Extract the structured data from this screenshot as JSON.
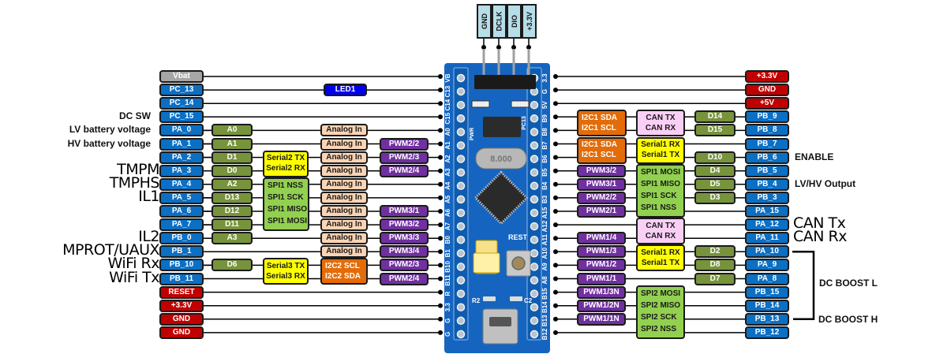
{
  "title": "STM32 Blue Pill pinout with project assignments",
  "colors": {
    "pin_port": "#0b6fc4",
    "pin_power": "#c00000",
    "pin_vbat": "#a6a6a6",
    "arduino": "#77933c",
    "analog": "#fbd4b4",
    "pwm": "#7030a0",
    "serial": "#ffff00",
    "spi": "#92d050",
    "i2c": "#e36c09",
    "can": "#f9cff6",
    "led": "#0000ee",
    "swd_header": "#b7dde8",
    "pcb": "#1565c0"
  },
  "swd_header": [
    "GND",
    "DCLK",
    "DIO",
    "+3.3V"
  ],
  "board": {
    "silk_left": [
      "VB",
      "C13",
      "C14",
      "C15",
      "A0",
      "A1",
      "A2",
      "A3",
      "A4",
      "A5",
      "A6",
      "A7",
      "B0",
      "B1",
      "B10",
      "B11",
      "R",
      "3.3",
      "G",
      "G"
    ],
    "silk_right": [
      "3.3",
      "G",
      "5V",
      "B9",
      "B8",
      "B7",
      "B6",
      "B5",
      "B4",
      "B3",
      "A15",
      "A12",
      "A11",
      "A10",
      "A9",
      "A8",
      "B15",
      "B14",
      "B13",
      "B12"
    ],
    "crystal_label": "8.000",
    "reset_label": "REST",
    "pwr_label": "PWR",
    "pc13_label": "PC13",
    "r2_label": "R2",
    "c2_label": "C2"
  },
  "left": {
    "pins": [
      "Vbat",
      "PC_13",
      "PC_14",
      "PC_15",
      "PA_0",
      "PA_1",
      "PA_2",
      "PA_3",
      "PA_4",
      "PA_5",
      "PA_6",
      "PA_7",
      "PB_0",
      "PB_1",
      "PB_10",
      "PB_11",
      "RESET",
      "+3.3V",
      "GND",
      "GND"
    ],
    "arduino": {
      "4": "A0",
      "5": "A1",
      "6": "D1",
      "7": "D0",
      "8": "A2",
      "9": "D13",
      "10": "D12",
      "11": "D11",
      "12": "A3",
      "14": "D6"
    },
    "led": "LED1",
    "serial2": [
      "Serial2 TX",
      "Serial2 RX"
    ],
    "spi1": [
      "SPI1 NSS",
      "SPI1 SCK",
      "SPI1 MISO",
      "SPI1 MOSI"
    ],
    "serial3": [
      "Serial3 TX",
      "Serial3 RX"
    ],
    "analog_in": "Analog In",
    "i2c2": [
      "I2C2   SCL",
      "I2C2   SDA"
    ],
    "pwm": {
      "5": "PWM2/2",
      "6": "PWM2/3",
      "7": "PWM2/4",
      "10": "PWM3/1",
      "11": "PWM3/2",
      "12": "PWM3/3",
      "13": "PWM3/4",
      "14": "PWM2/3",
      "15": "PWM2/4"
    },
    "annotations_small": [
      {
        "row": 3,
        "text": "DC SW"
      },
      {
        "row": 4,
        "text": "LV battery voltage"
      },
      {
        "row": 5,
        "text": "HV battery voltage"
      }
    ],
    "annotations_large": [
      {
        "row": 7,
        "text": "TMPM"
      },
      {
        "row": 8,
        "text": "TMPHS"
      },
      {
        "row": 9,
        "text": "IL1"
      },
      {
        "row": 12,
        "text": "IL2"
      },
      {
        "row": 13,
        "text": "MPROT/UAUX"
      },
      {
        "row": 14,
        "text": "WiFi Rx"
      },
      {
        "row": 15,
        "text": "WiFi Tx"
      }
    ]
  },
  "right": {
    "pins": [
      "+3.3V",
      "GND",
      "+5V",
      "PB_9",
      "PB_8",
      "PB_7",
      "PB_6",
      "PB_5",
      "PB_4",
      "PB_3",
      "PA_15",
      "PA_12",
      "PA_11",
      "PA_10",
      "PA_9",
      "PA_8",
      "PB_15",
      "PB_14",
      "PB_13",
      "PB_12"
    ],
    "i2c1_a": [
      "I2C1   SDA",
      "I2C1   SCL"
    ],
    "i2c1_b": [
      "I2C1   SDA",
      "I2C1   SCL"
    ],
    "can_a": [
      "CAN TX",
      "CAN RX"
    ],
    "serial1_a": [
      "Serial1 RX",
      "Serial1 TX"
    ],
    "spi1": [
      "SPI1 MOSI",
      "SPI1 MISO",
      "SPI1 SCK",
      "SPI1 NSS"
    ],
    "can_b": [
      "CAN TX",
      "CAN RX"
    ],
    "serial1_b": [
      "Serial1 RX",
      "Serial1 TX"
    ],
    "spi2": [
      "SPI2 MOSI",
      "SPI2 MISO",
      "SPI2 SCK",
      "SPI2 NSS"
    ],
    "pwm": {
      "7": "PWM3/2",
      "8": "PWM3/1",
      "9": "PWM2/2",
      "10": "PWM2/1",
      "12": "PWM1/4",
      "13": "PWM1/3",
      "14": "PWM1/2",
      "15": "PWM1/1",
      "16": "PWM1/3N",
      "17": "PWM1/2N",
      "18": "PWM1/1N"
    },
    "arduino": {
      "3": "D14",
      "4": "D15",
      "6": "D10",
      "7": "D4",
      "8": "D5",
      "9": "D3",
      "13": "D2",
      "14": "D8",
      "15": "D7"
    },
    "annotations_small": [
      {
        "row": 6,
        "text": "ENABLE"
      },
      {
        "row": 8,
        "text": "LV/HV Output"
      }
    ],
    "annotations_large": [
      {
        "row": 11,
        "text": "CAN Tx"
      },
      {
        "row": 12,
        "text": "CAN Rx"
      }
    ],
    "bracket": {
      "from_row": 13,
      "to_row": 18,
      "labels": [
        "DC BOOST L",
        "DC BOOST H"
      ]
    }
  }
}
